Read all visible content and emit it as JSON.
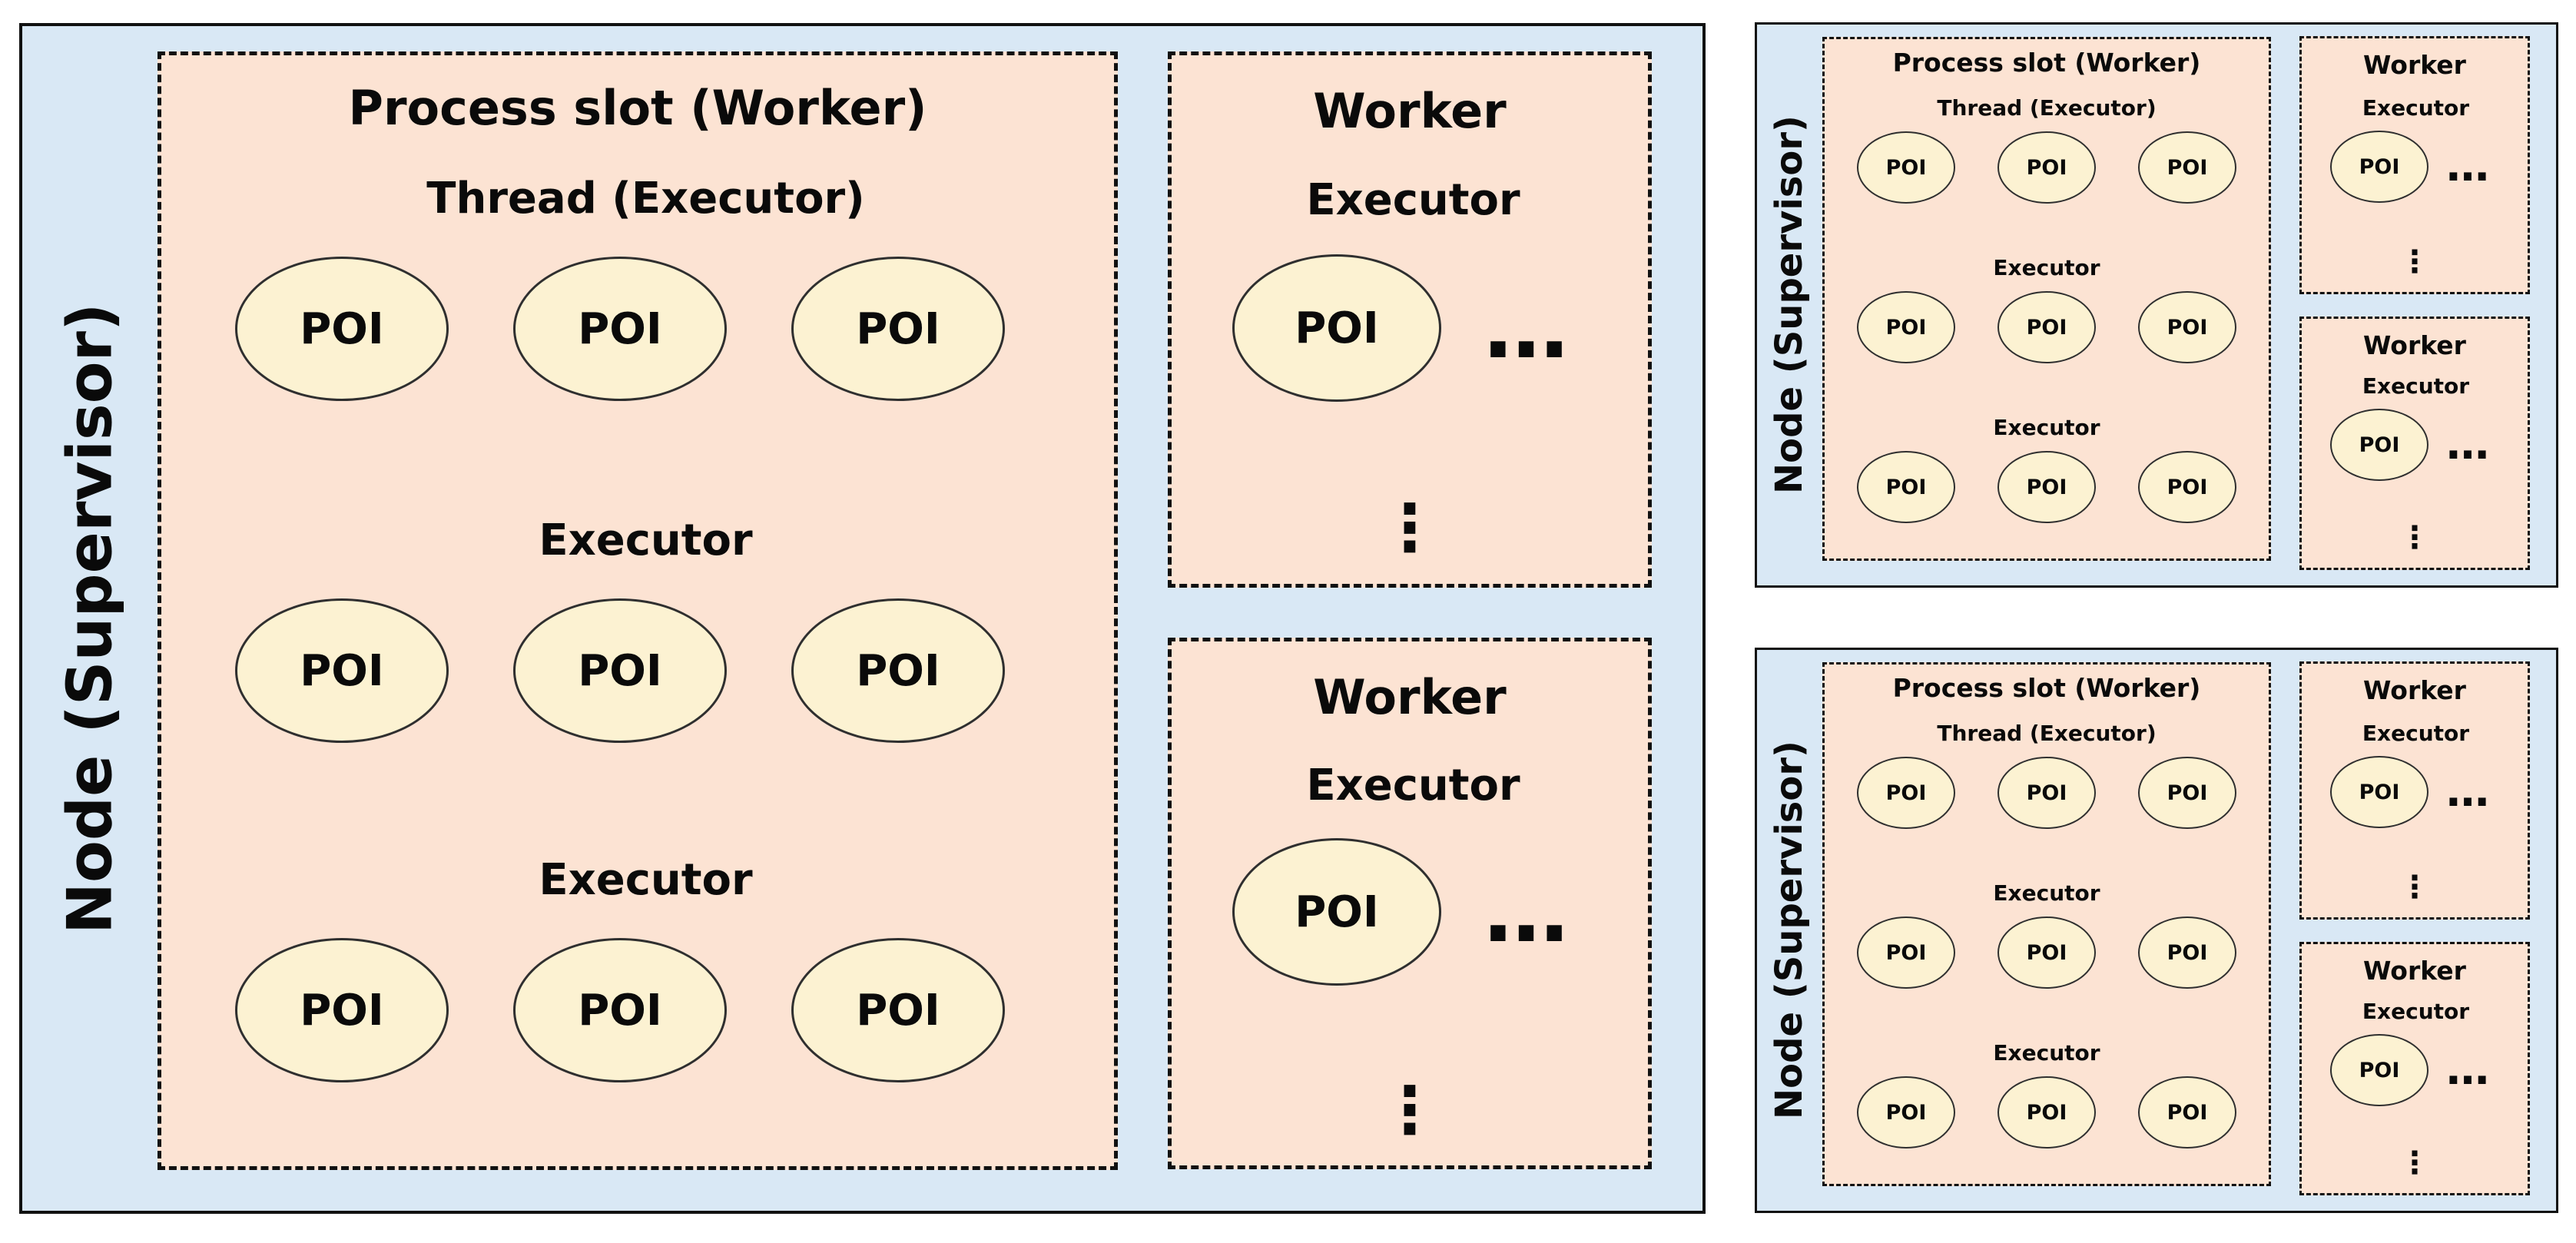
{
  "colors": {
    "node": "#D9E8F5",
    "worker": "#FCE3D3",
    "executor": "#DFEEDD",
    "poi": "#FCF2D2",
    "poi_border": "#2F2F2F",
    "line": "#111111"
  },
  "nodes": [
    {
      "size": "large",
      "label": "Node (Supervisor)",
      "process_slot": {
        "title": "Process slot (Worker)",
        "executors": [
          {
            "title": "Thread (Executor)",
            "pois": [
              "POI",
              "POI",
              "POI"
            ]
          },
          {
            "title": "Executor",
            "pois": [
              "POI",
              "POI",
              "POI"
            ]
          },
          {
            "title": "Executor",
            "pois": [
              "POI",
              "POI",
              "POI"
            ]
          }
        ]
      },
      "workers": [
        {
          "title": "Worker",
          "executor": {
            "title": "Executor",
            "pois": [
              "POI"
            ],
            "more": "…"
          },
          "more": "⋮"
        },
        {
          "title": "Worker",
          "executor": {
            "title": "Executor",
            "pois": [
              "POI"
            ],
            "more": "…"
          },
          "more": "⋮"
        }
      ]
    },
    {
      "size": "small",
      "label": "Node (Supervisor)",
      "process_slot": {
        "title": "Process slot (Worker)",
        "executors": [
          {
            "title": "Thread (Executor)",
            "pois": [
              "POI",
              "POI",
              "POI"
            ]
          },
          {
            "title": "Executor",
            "pois": [
              "POI",
              "POI",
              "POI"
            ]
          },
          {
            "title": "Executor",
            "pois": [
              "POI",
              "POI",
              "POI"
            ]
          }
        ]
      },
      "workers": [
        {
          "title": "Worker",
          "executor": {
            "title": "Executor",
            "pois": [
              "POI"
            ],
            "more": "…"
          },
          "more": "⋮"
        },
        {
          "title": "Worker",
          "executor": {
            "title": "Executor",
            "pois": [
              "POI"
            ],
            "more": "…"
          },
          "more": "⋮"
        }
      ]
    },
    {
      "size": "small",
      "label": "Node (Supervisor)",
      "process_slot": {
        "title": "Process slot (Worker)",
        "executors": [
          {
            "title": "Thread (Executor)",
            "pois": [
              "POI",
              "POI",
              "POI"
            ]
          },
          {
            "title": "Executor",
            "pois": [
              "POI",
              "POI",
              "POI"
            ]
          },
          {
            "title": "Executor",
            "pois": [
              "POI",
              "POI",
              "POI"
            ]
          }
        ]
      },
      "workers": [
        {
          "title": "Worker",
          "executor": {
            "title": "Executor",
            "pois": [
              "POI"
            ],
            "more": "…"
          },
          "more": "⋮"
        },
        {
          "title": "Worker",
          "executor": {
            "title": "Executor",
            "pois": [
              "POI"
            ],
            "more": "…"
          },
          "more": "⋮"
        }
      ]
    }
  ]
}
